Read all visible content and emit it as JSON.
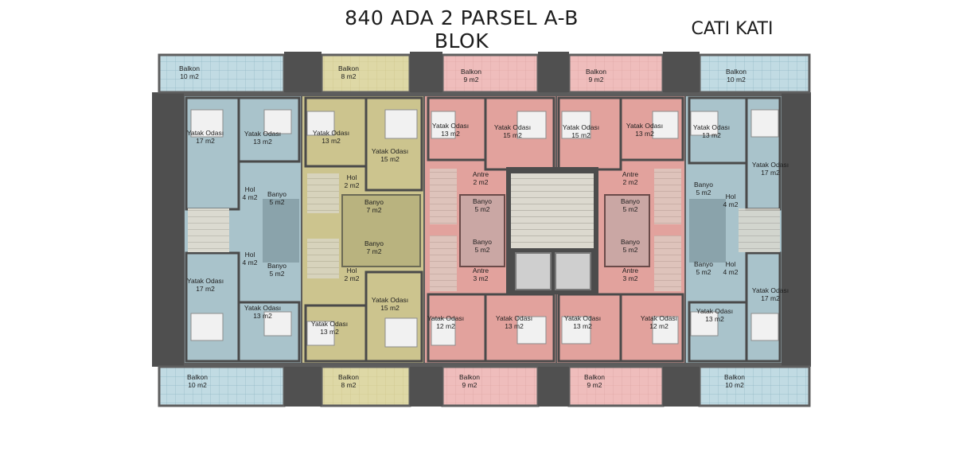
{
  "header": {
    "title": "840 ADA 2 PARSEL A-B BLOK",
    "floor": "CATI KATI"
  },
  "colors": {
    "blue": "#a9c3cb",
    "yellow": "#ccc48e",
    "pink": "#e2a29d",
    "wall": "#545454",
    "grid": "#8fb6c4"
  },
  "balconies": [
    {
      "name": "Balkon",
      "area": "10 m2"
    },
    {
      "name": "Balkon",
      "area": "8 m2"
    },
    {
      "name": "Balkon",
      "area": "9 m2"
    },
    {
      "name": "Balkon",
      "area": "9 m2"
    },
    {
      "name": "Balkon",
      "area": "10 m2"
    },
    {
      "name": "Balkon",
      "area": "10 m2"
    },
    {
      "name": "Balkon",
      "area": "8 m2"
    },
    {
      "name": "Balkon",
      "area": "9 m2"
    },
    {
      "name": "Balkon",
      "area": "9 m2"
    },
    {
      "name": "Balkon",
      "area": "10 m2"
    }
  ],
  "rooms": [
    {
      "name": "Yatak Odası",
      "area": "17 m2"
    },
    {
      "name": "Yatak Odası",
      "area": "13 m2"
    },
    {
      "name": "Hol",
      "area": "4 m2"
    },
    {
      "name": "Banyo",
      "area": "5 m2"
    },
    {
      "name": "Hol",
      "area": "4 m2"
    },
    {
      "name": "Banyo",
      "area": "5 m2"
    },
    {
      "name": "Yatak Odası",
      "area": "17 m2"
    },
    {
      "name": "Yatak Odası",
      "area": "13 m2"
    },
    {
      "name": "Yatak Odası",
      "area": "13 m2"
    },
    {
      "name": "Yatak Odası",
      "area": "15 m2"
    },
    {
      "name": "Hol",
      "area": "2 m2"
    },
    {
      "name": "Banyo",
      "area": "7 m2"
    },
    {
      "name": "Banyo",
      "area": "7 m2"
    },
    {
      "name": "Hol",
      "area": "2 m2"
    },
    {
      "name": "Yatak Odası",
      "area": "15 m2"
    },
    {
      "name": "Yatak Odası",
      "area": "13 m2"
    },
    {
      "name": "Yatak Odası",
      "area": "13 m2"
    },
    {
      "name": "Yatak Odası",
      "area": "15 m2"
    },
    {
      "name": "Antre",
      "area": "2 m2"
    },
    {
      "name": "Banyo",
      "area": "5 m2"
    },
    {
      "name": "Banyo",
      "area": "5 m2"
    },
    {
      "name": "Antre",
      "area": "3 m2"
    },
    {
      "name": "Yatak Odası",
      "area": "12 m2"
    },
    {
      "name": "Yatak Odası",
      "area": "13 m2"
    },
    {
      "name": "Yatak Odası",
      "area": "15 m2"
    },
    {
      "name": "Yatak Odası",
      "area": "13 m2"
    },
    {
      "name": "Antre",
      "area": "2 m2"
    },
    {
      "name": "Banyo",
      "area": "5 m2"
    },
    {
      "name": "Banyo",
      "area": "5 m2"
    },
    {
      "name": "Antre",
      "area": "3 m2"
    },
    {
      "name": "Yatak Odası",
      "area": "13 m2"
    },
    {
      "name": "Yatak Odası",
      "area": "12 m2"
    },
    {
      "name": "Yatak Odası",
      "area": "13 m2"
    },
    {
      "name": "Yatak Odası",
      "area": "17 m2"
    },
    {
      "name": "Banyo",
      "area": "5 m2"
    },
    {
      "name": "Hol",
      "area": "4 m2"
    },
    {
      "name": "Banyo",
      "area": "5 m2"
    },
    {
      "name": "Hol",
      "area": "4 m2"
    },
    {
      "name": "Yatak Odası",
      "area": "17 m2"
    },
    {
      "name": "Yatak Odası",
      "area": "13 m2"
    }
  ]
}
